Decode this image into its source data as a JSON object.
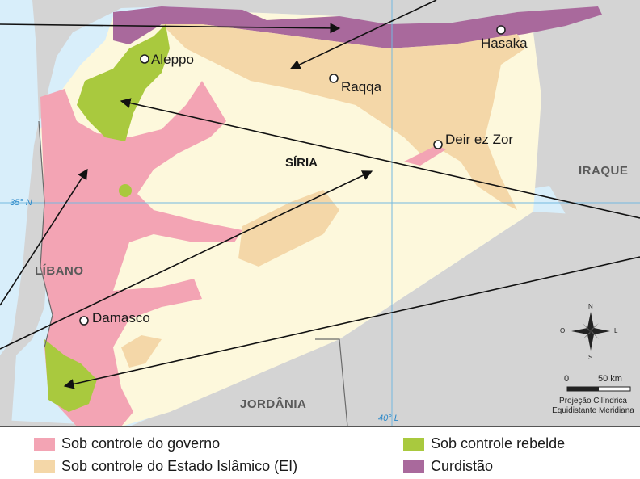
{
  "colors": {
    "water": "#d8eefa",
    "neighbor": "#d4d4d4",
    "syria": "#fdf8dc",
    "government": "#f3a4b4",
    "islamic_state": "#f4d7a8",
    "rebel": "#a9c93e",
    "kurdistan": "#a9699c",
    "gridline": "#74b9e0",
    "border": "#6a6a6a"
  },
  "cities": [
    {
      "name": "Aleppo"
    },
    {
      "name": "Raqqa"
    },
    {
      "name": "Hasaka"
    },
    {
      "name": "Deir ez Zor"
    },
    {
      "name": "Damasco"
    }
  ],
  "countries": {
    "syria": "SÍRIA",
    "iraq": "IRAQUE",
    "lebanon": "LÍBANO",
    "jordan": "JORDÂNIA"
  },
  "grid": {
    "lat_label": "35° N",
    "lon_label": "40° L"
  },
  "compass": {
    "n": "N",
    "s": "S",
    "e": "L",
    "w": "O"
  },
  "scale": {
    "zero": "0",
    "distance": "50 km"
  },
  "projection": {
    "line1": "Projeção Cilíndrica",
    "line2": "Equidistante Meridiana"
  },
  "legend": [
    {
      "label": "Sob controle do governo",
      "color_key": "government"
    },
    {
      "label": "Sob controle rebelde",
      "color_key": "rebel"
    },
    {
      "label": "Sob controle do Estado Islâmico (EI)",
      "color_key": "islamic_state"
    },
    {
      "label": "Curdistão",
      "color_key": "kurdistan"
    }
  ]
}
